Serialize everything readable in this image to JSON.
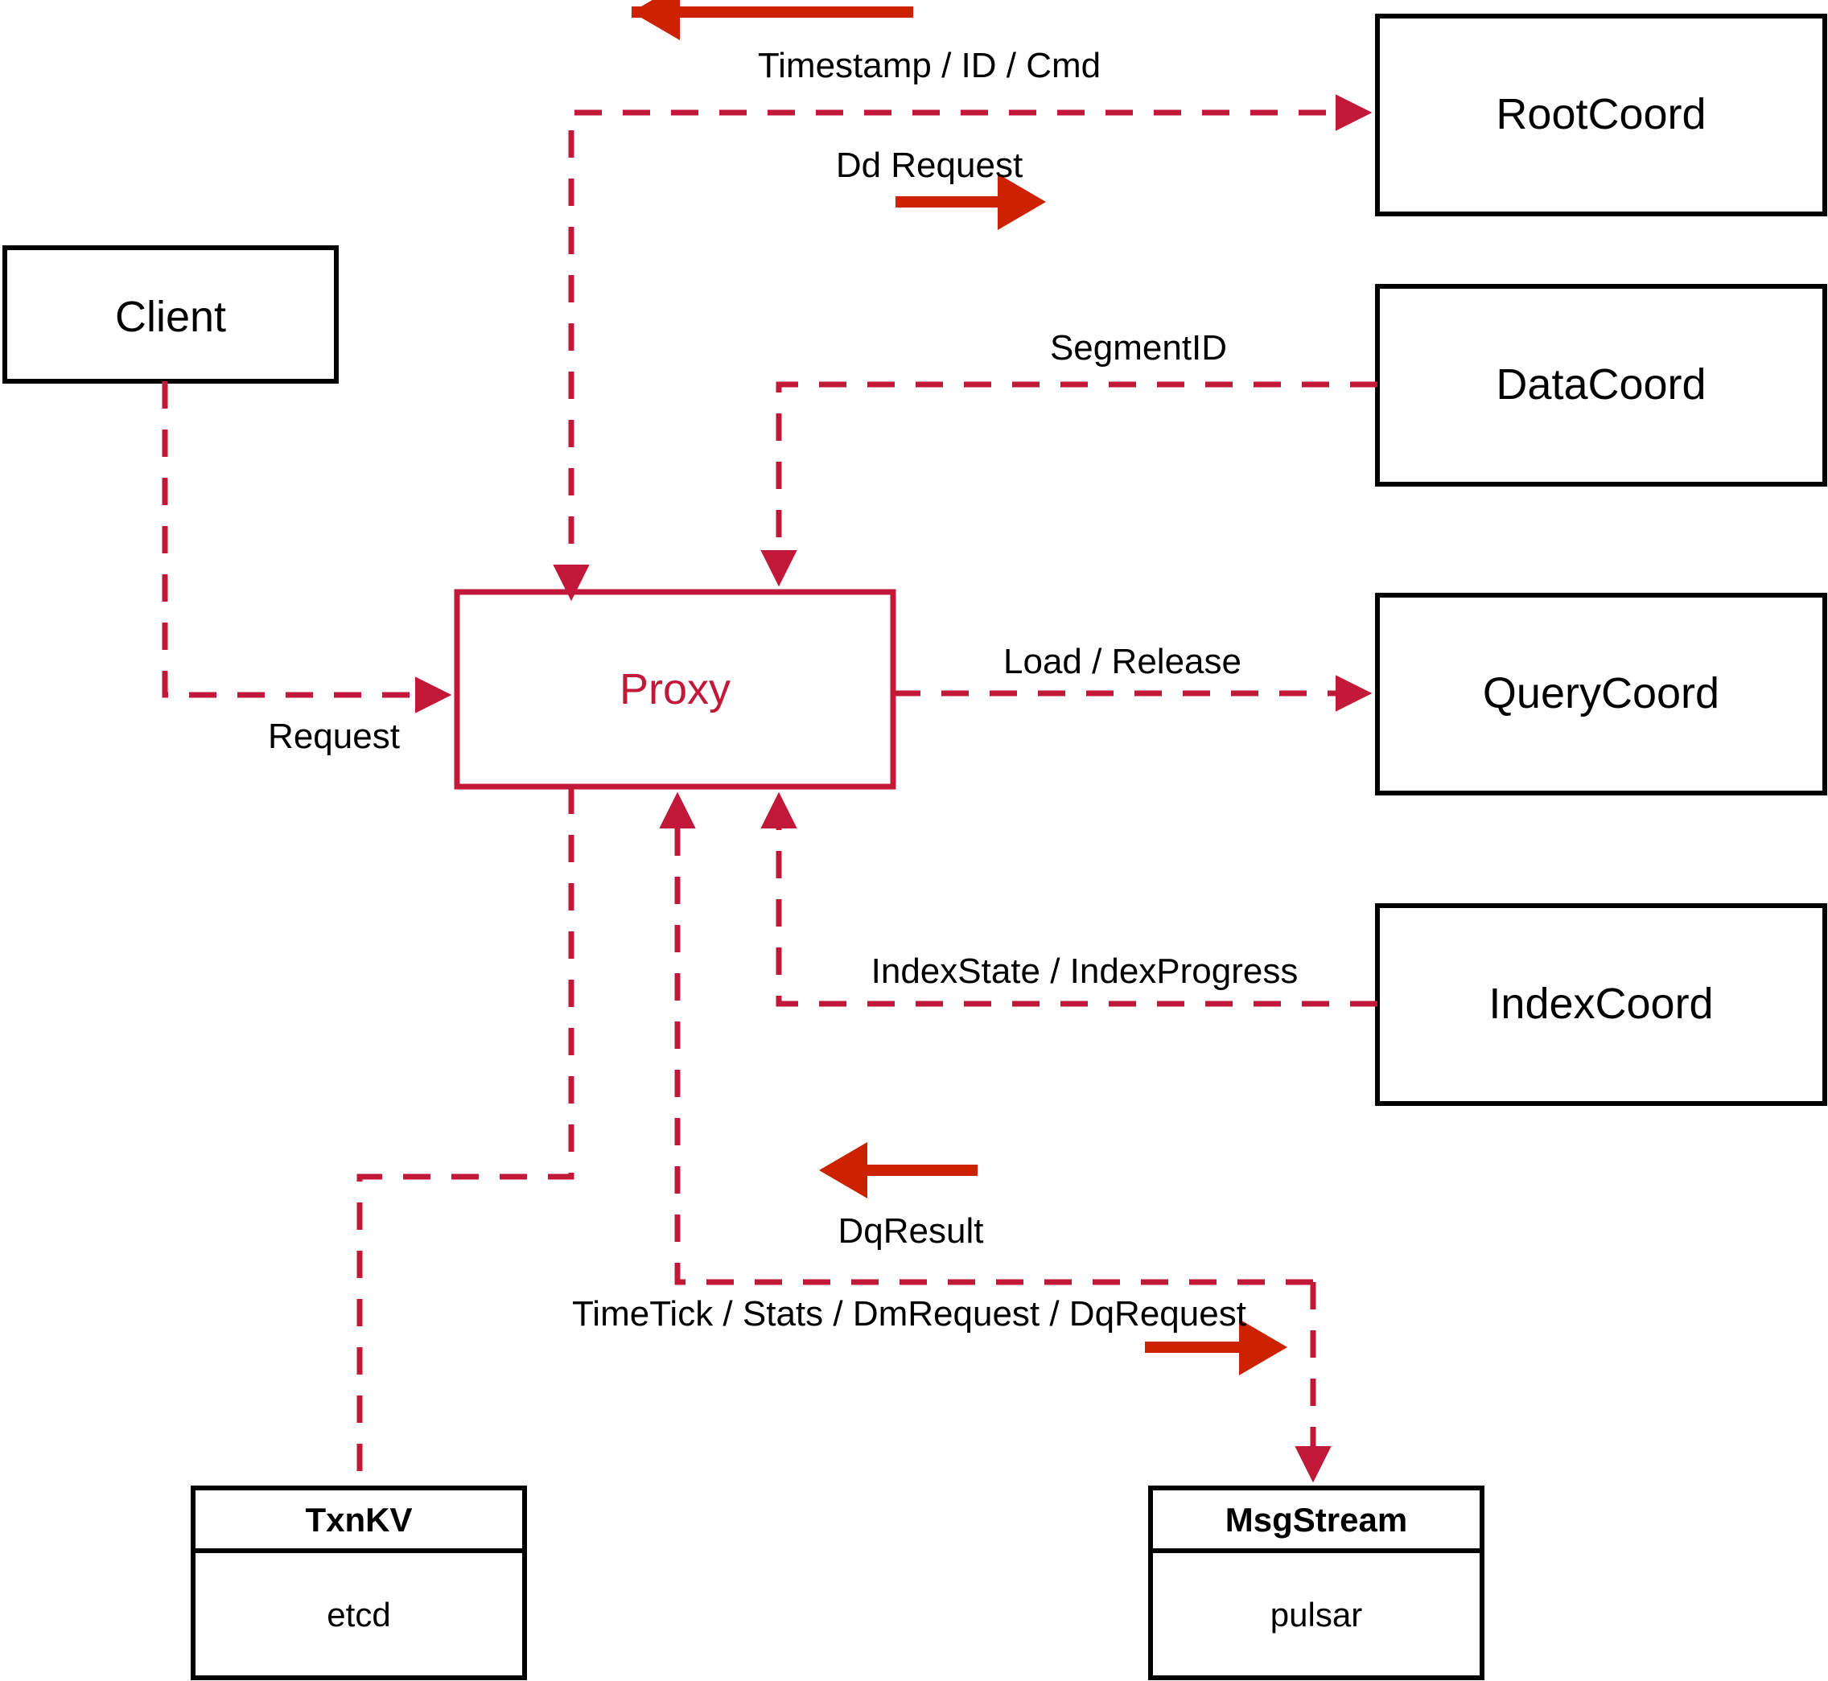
{
  "diagram": {
    "title": "Milvus Proxy interaction diagram",
    "colors": {
      "flow": "#C2183A",
      "accent_arrow": "#CC2200",
      "box_stroke": "#000000",
      "background": "#FFFFFF"
    },
    "nodes": [
      {
        "id": "client",
        "label": "Client",
        "style": "plain-black"
      },
      {
        "id": "proxy",
        "label": "Proxy",
        "style": "plain-red"
      },
      {
        "id": "rootcoord",
        "label": "RootCoord",
        "style": "plain-black"
      },
      {
        "id": "datacoord",
        "label": "DataCoord",
        "style": "plain-black"
      },
      {
        "id": "querycoord",
        "label": "QueryCoord",
        "style": "plain-black"
      },
      {
        "id": "indexcoord",
        "label": "IndexCoord",
        "style": "plain-black"
      }
    ],
    "component_nodes": [
      {
        "id": "txnkv",
        "title": "TxnKV",
        "body": "etcd"
      },
      {
        "id": "msgstream",
        "title": "MsgStream",
        "body": "pulsar"
      }
    ],
    "edges": [
      {
        "id": "client-proxy",
        "label": "Request",
        "from": "client",
        "to": "proxy"
      },
      {
        "id": "rootcoord-proxy",
        "label": "Timestamp / ID / Cmd",
        "from": "rootcoord",
        "to": "proxy",
        "direction": "left"
      },
      {
        "id": "proxy-rootcoord",
        "label": "Dd Request",
        "from": "proxy",
        "to": "rootcoord",
        "direction": "right"
      },
      {
        "id": "datacoord-proxy",
        "label": "SegmentID",
        "from": "datacoord",
        "to": "proxy"
      },
      {
        "id": "proxy-querycoord",
        "label": "Load / Release",
        "from": "proxy",
        "to": "querycoord"
      },
      {
        "id": "indexcoord-proxy",
        "label": "IndexState / IndexProgress",
        "from": "indexcoord",
        "to": "proxy"
      },
      {
        "id": "msgstream-proxy",
        "label": "DqResult",
        "from": "msgstream",
        "to": "proxy",
        "direction": "left"
      },
      {
        "id": "proxy-msgstream",
        "label": "TimeTick / Stats / DmRequest / DqRequest",
        "from": "proxy",
        "to": "msgstream",
        "direction": "right"
      },
      {
        "id": "proxy-txnkv",
        "label": "",
        "from": "proxy",
        "to": "txnkv"
      }
    ]
  }
}
